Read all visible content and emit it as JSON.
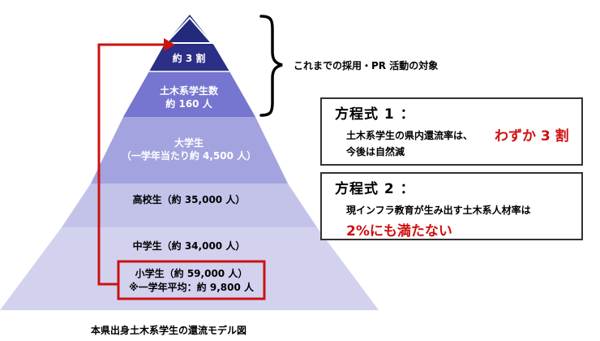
{
  "pyramid": {
    "top_label": "約 3 割",
    "tier1_line1": "土木系学生数",
    "tier1_line2": "約 160 人",
    "tier2_line1": "大学生",
    "tier2_line2": "（一学年当たり約 4,500 人）",
    "tier3": "高校生（約 35,000 人）",
    "tier4": "中学生（約 34,000 人）",
    "tier5_line1": "小学生（約 59,000 人）",
    "tier5_line2": "※一学年平均：約 9,800 人"
  },
  "bracket_label": "これまでの採用・PR 活動の対象",
  "equation1": {
    "title": "方程式 1 ：",
    "line1_prefix": "土木系学生の県内還流率は、",
    "line1_emphasis": "わずか 3 割",
    "line2": "今後は自然減"
  },
  "equation2": {
    "title": "方程式 2 ：",
    "line1": "現インフラ教育が生み出す土木系人材率は",
    "line2_emphasis": "2%にも満たない"
  },
  "caption": "本県出身土木系学生の還流モデル図",
  "colors": {
    "tier_top": "#232a7c",
    "tier1": "#2b2f86",
    "tier2": "#7675cf",
    "tier3": "#a3a3df",
    "tier4": "#c3c3ea",
    "tier5": "#d2d2ef",
    "arrow": "#cc1111"
  }
}
